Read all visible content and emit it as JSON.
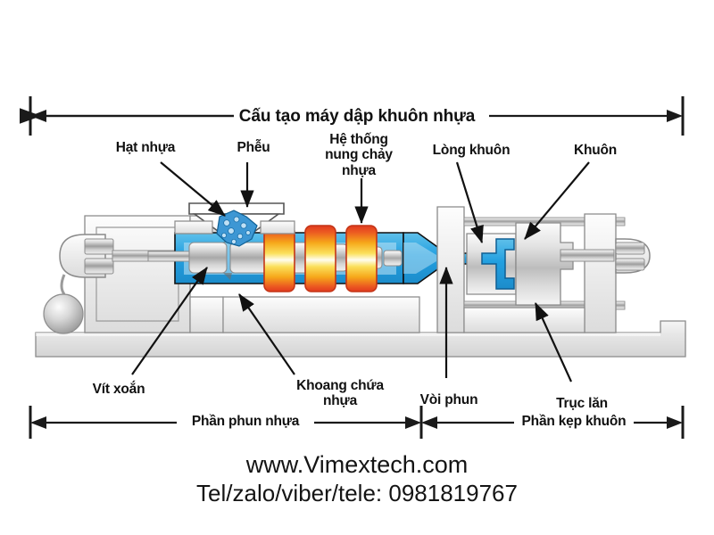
{
  "title": {
    "text": "Cấu tạo máy dập khuôn nhựa"
  },
  "callouts": {
    "pellets": "Hạt nhựa",
    "hopper": "Phễu",
    "heating_system": "Hệ thống\nnung chảy\nnhựa",
    "mold_cavity": "Lòng khuôn",
    "mold": "Khuôn",
    "screw": "Vít xoắn",
    "melt_chamber": "Khoang chứa\nnhựa",
    "nozzle": "Vòi phun",
    "roller": "Trục lăn"
  },
  "dimensions": {
    "injection_unit": "Phần phun nhựa",
    "clamping_unit": "Phần kẹp khuôn"
  },
  "footer": {
    "site": "www.Vimextech.com",
    "contact": "Tel/zalo/viber/tele: 0981819767"
  },
  "colors": {
    "barrel_blue": "#29a3e0",
    "heater_outer": "#e8452a",
    "heater_mid": "#f7c21b",
    "heater_core": "#fdfbe8",
    "metal_light": "#f2f2f2",
    "metal_mid": "#c8c8c8",
    "metal_dark": "#8d8d8d",
    "outline": "#6f6f6f",
    "text": "#111111",
    "pellet_blue": "#2f8fd0"
  }
}
